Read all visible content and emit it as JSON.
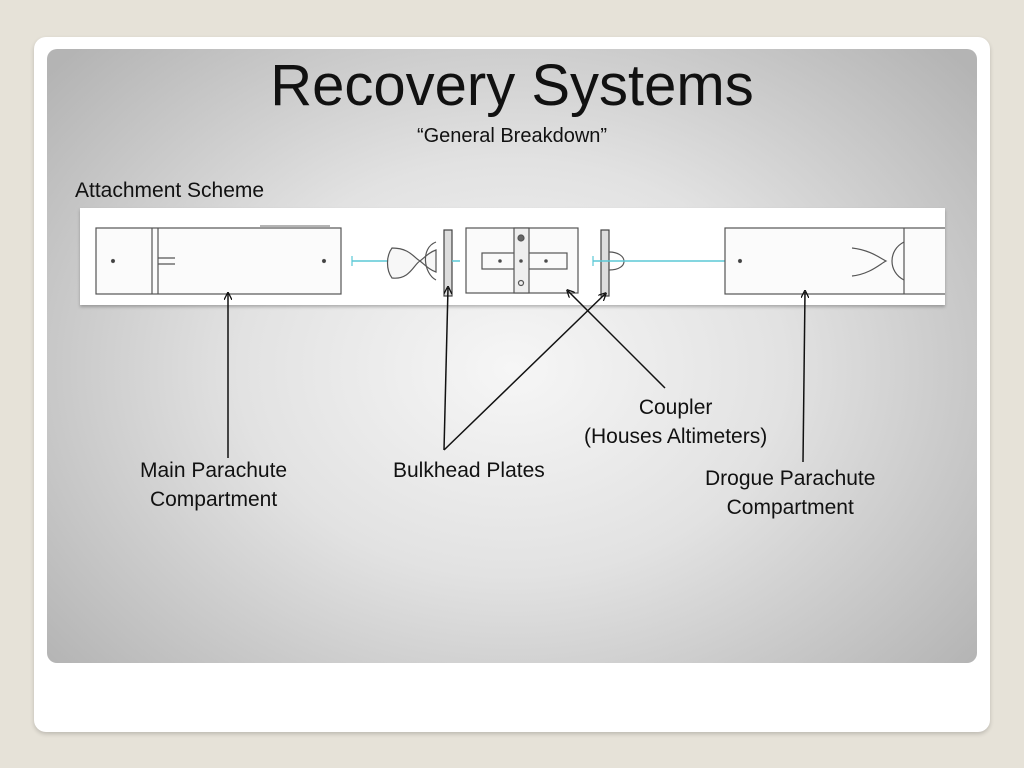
{
  "slide": {
    "title": "Recovery Systems",
    "subtitle": "“General Breakdown”",
    "section_label": "Attachment Scheme"
  },
  "labels": {
    "main_parachute": [
      "Main Parachute",
      "Compartment"
    ],
    "bulkhead": "Bulkhead Plates",
    "coupler": [
      "Coupler",
      "(Houses Altimeters)"
    ],
    "drogue_parachute": [
      "Drogue Parachute",
      "Compartment"
    ]
  },
  "colors": {
    "shock_cord": "#5bc8d6",
    "line": "#111111"
  }
}
